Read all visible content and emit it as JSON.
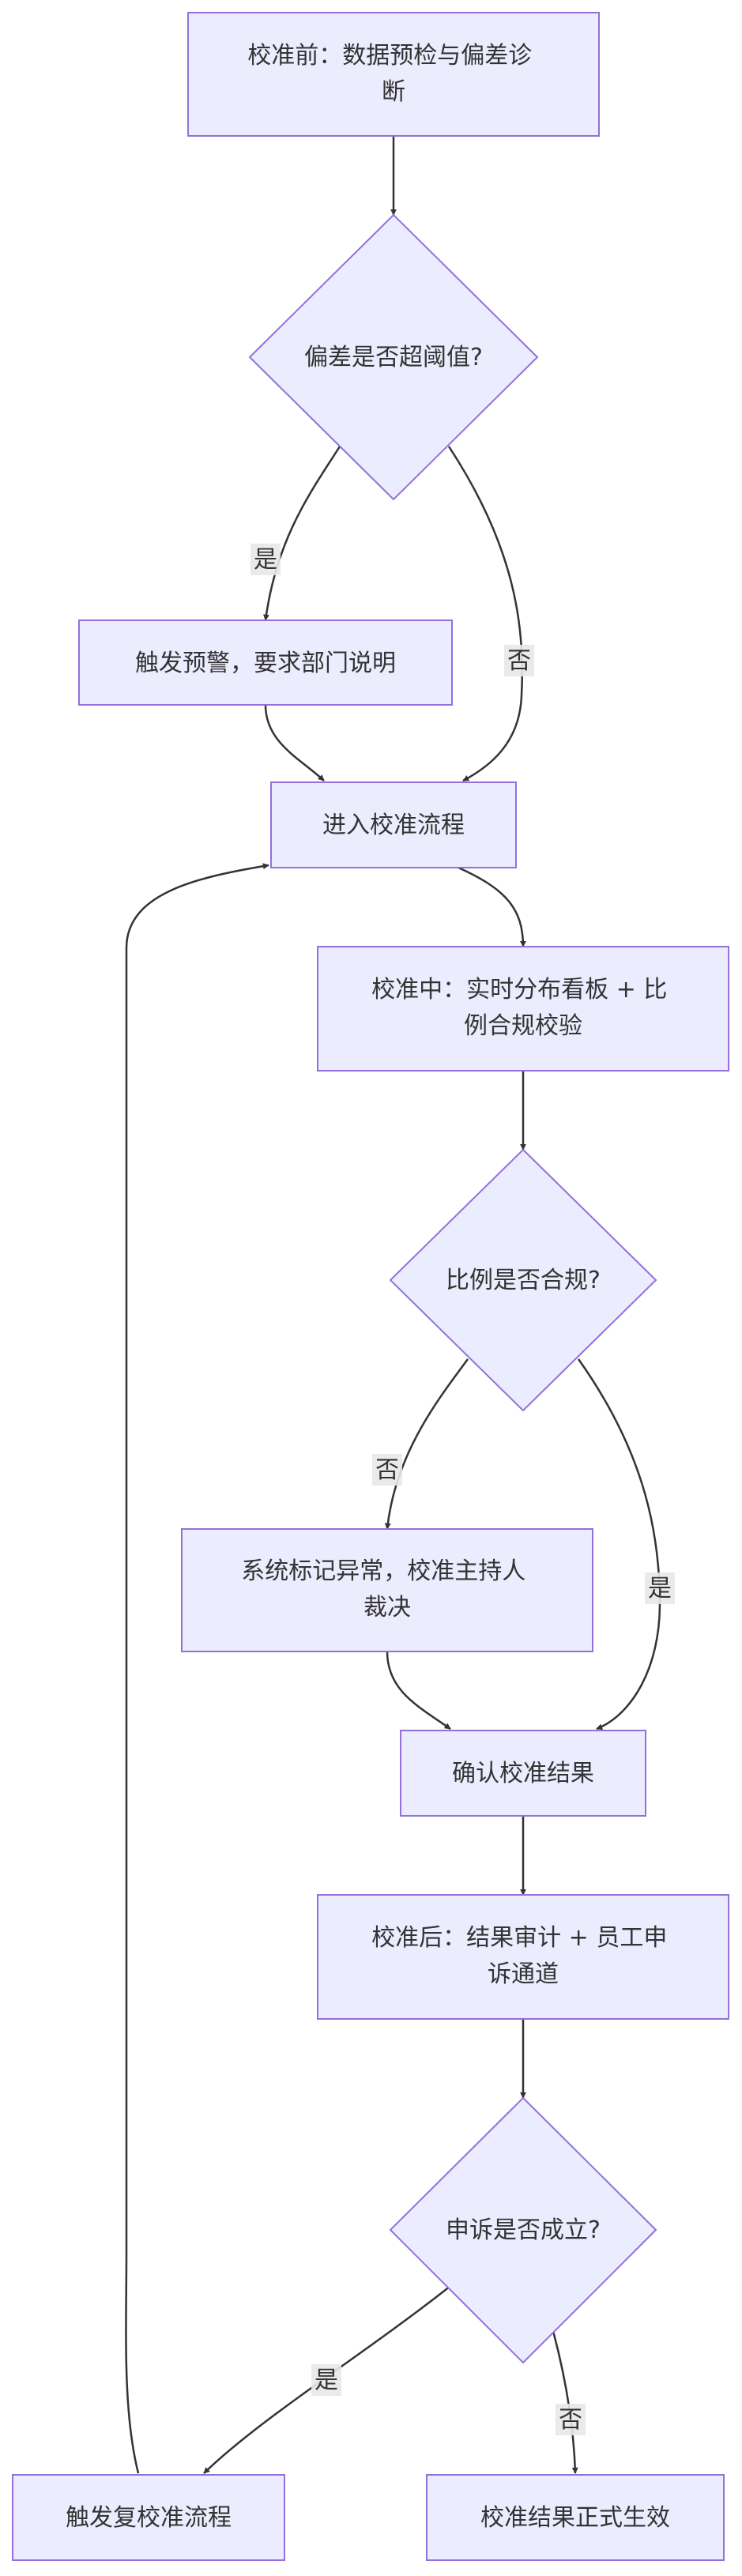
{
  "nodes": {
    "pre_check": {
      "line1": "校准前：数据预检与偏差诊",
      "line2": "断"
    },
    "deviation_decision": {
      "label": "偏差是否超阈值?"
    },
    "warning": {
      "label": "触发预警，要求部门说明"
    },
    "enter_process": {
      "label": "进入校准流程"
    },
    "in_calibration": {
      "line1": "校准中：实时分布看板 + 比",
      "line2": "例合规校验"
    },
    "ratio_decision": {
      "label": "比例是否合规?"
    },
    "mark_anomaly": {
      "line1": "系统标记异常，校准主持人",
      "line2": "裁决"
    },
    "confirm_result": {
      "label": "确认校准结果"
    },
    "post_calibration": {
      "line1": "校准后：结果审计 + 员工申",
      "line2": "诉通道"
    },
    "appeal_decision": {
      "label": "申诉是否成立?"
    },
    "trigger_recalibration": {
      "label": "触发复校准流程"
    },
    "result_effective": {
      "label": "校准结果正式生效"
    }
  },
  "edges": {
    "deviation_yes": "是",
    "deviation_no": "否",
    "ratio_no": "否",
    "ratio_yes": "是",
    "appeal_yes": "是",
    "appeal_no": "否"
  },
  "colors": {
    "node_fill": "#ECECFF",
    "node_stroke": "#9370DB",
    "edge": "#333333",
    "text": "#333333",
    "label_bg": "#E8E8E8"
  }
}
